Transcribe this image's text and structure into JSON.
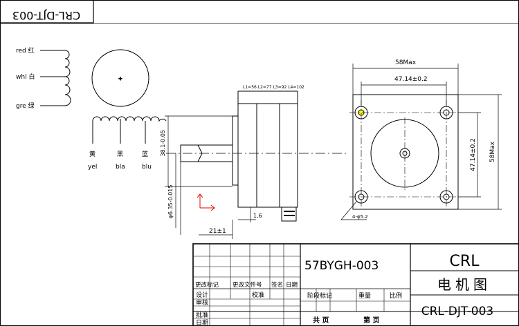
{
  "corner_code": "CRL-DJT-003",
  "wiring": {
    "left_labels": [
      {
        "en": "red",
        "cn": "红"
      },
      {
        "en": "whl",
        "cn": "白"
      },
      {
        "en": "gre",
        "cn": "绿"
      }
    ],
    "bottom_labels": [
      {
        "cn": "黄",
        "en": "yel"
      },
      {
        "cn": "黑",
        "en": "bla"
      },
      {
        "cn": "蓝",
        "en": "blu"
      }
    ]
  },
  "dimensions": {
    "lengths": "L1=56 L2=77 L3=92 L4=102",
    "boss_dia": "38.1-0.05",
    "shaft_dia": "φ6.35-0.015",
    "shaft_len": "21±1",
    "flange_thk": "1.6",
    "hole_note": "4-φ5.2",
    "width_max": "58Max",
    "hole_pitch_h": "47.14±0.2",
    "hole_pitch_v": "47.14±0.2",
    "height_max": "58Max"
  },
  "title_block": {
    "model": "57BYGH-003",
    "company": "CRL",
    "drawing_name": "电机图",
    "drawing_no": "CRL-DJT-003",
    "rev_headers": [
      "更改标记",
      "更改文件号",
      "签名",
      "日期"
    ],
    "roles": [
      "设计",
      "审核",
      "批准",
      "日期"
    ],
    "check_label": "校准",
    "stage_header": "阶段标记",
    "weight_header": "重量",
    "scale_header": "比例",
    "total_label": "共  页",
    "page_label": "第  页"
  }
}
